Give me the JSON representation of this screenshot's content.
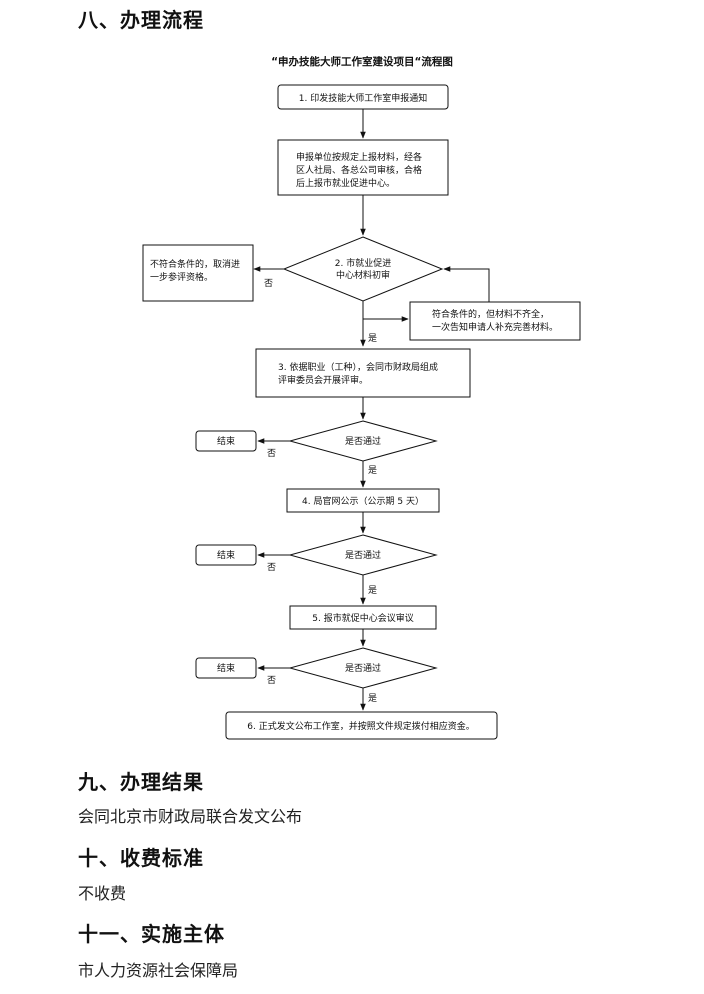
{
  "sections": {
    "s8_title": "八、办理流程",
    "s9_title": "九、办理结果",
    "s9_body": "会同北京市财政局联合发文公布",
    "s10_title": "十、收费标准",
    "s10_body": "不收费",
    "s11_title": "十一、实施主体",
    "s11_body": "市人力资源社会保障局"
  },
  "flow": {
    "title": "“申办技能大师工作室建设项目“流程图",
    "step1": "1. 印发技能大师工作室申报通知",
    "step_submit": [
      "申报单位按规定上报材料，经各",
      "区人社局、各总公司审核，合格",
      "后上报市就业促进中心。"
    ],
    "step2": [
      "2. 市就业促进",
      "中心材料初审"
    ],
    "reject": [
      "不符合条件的，取消进",
      "一步参评资格。"
    ],
    "supplement": [
      "符合条件的，但材料不齐全，",
      "一次告知申请人补充完善材料。"
    ],
    "step3": [
      "3. 依据职业（工种），会同市财政局组成",
      "评审委员会开展评审。"
    ],
    "decision": "是否通过",
    "end": "结束",
    "yes": "是",
    "no": "否",
    "step4": "4. 局官网公示（公示期 5 天）",
    "step5": "5. 报市就促中心会议审议",
    "step6": "6. 正式发文公布工作室，并按照文件规定拨付相应资金。"
  }
}
